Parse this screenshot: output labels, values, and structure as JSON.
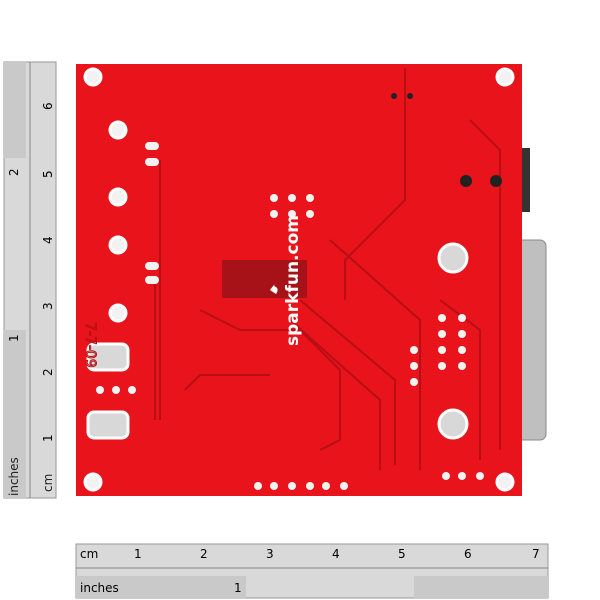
{
  "board": {
    "silkscreen_brand": "sparkfun.com",
    "silkscreen_date": "7-7-09",
    "color": "#e8131b",
    "trace_color": "#b80f14"
  },
  "ruler_left": {
    "cm_label": "cm",
    "cm_ticks": [
      "1",
      "2",
      "3",
      "4",
      "5",
      "6"
    ],
    "inch_label": "inches",
    "inch_ticks": [
      "1",
      "2"
    ]
  },
  "ruler_bottom": {
    "cm_label": "cm",
    "cm_ticks": [
      "1",
      "2",
      "3",
      "4",
      "5",
      "6",
      "7"
    ],
    "inch_label": "inches",
    "inch_ticks": [
      "1"
    ]
  }
}
